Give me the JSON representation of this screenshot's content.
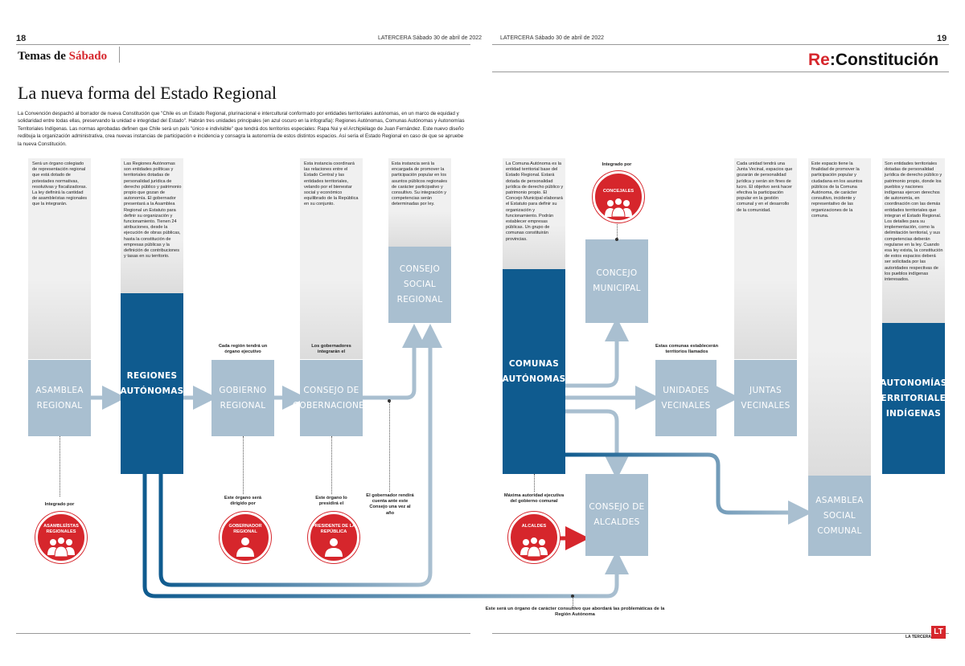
{
  "header": {
    "left_page_number": "18",
    "right_page_number": "19",
    "left_runner": "LATERCERA Sábado 30 de abril de 2022",
    "right_runner": "LATERCERA Sábado 30 de abril de 2022",
    "section_prefix": "Temas de",
    "section_highlight": "Sábado",
    "brand_prefix": "Re",
    "brand_suffix": ":Constitución"
  },
  "title": "La nueva forma del Estado Regional",
  "intro": "La Convención despachó al borrador de nueva Constitución que \"Chile es un Estado Regional, plurinacional e intercultural conformado por entidades territoriales autónomas, en un marco de equidad y solidaridad entre todas ellas, preservando la unidad e integridad del Estado\". Habrán tres unidades principales (en azul oscuro en la infografía): Regiones Autónomas, Comunas Autónomas y Autonomías Territoriales Indígenas. Las normas aprobadas definen que Chile será un país \"único e indivisible\" que tendrá dos territorios especiales: Rapa Nui y el Archipiélago de Juan Fernández. Este nuevo diseño redibuja la organización administrativa, crea nuevas instancias de participación e incidencia y consagra la autonomía de estos distintos espacios. Así sería el Estado Regional en caso de que se apruebe la nueva Constitución.",
  "columns": {
    "asamblea_regional": "Será un órgano colegiado de representación regional que está dotado de potestades normativas, resolutivas y fiscalizadoras. La ley definirá la cantidad de asambleístas regionales que la integrarán.",
    "regiones_autonomas": "Las Regiones Autónomas son entidades políticas y territoriales dotadas de personalidad jurídica de derecho público y patrimonio propio que gozan de autonomía. El gobernador presentará a la Asamblea Regional un Estatuto para definir su organización y funcionamiento. Tienen 24 atribuciones, desde la ejecución de obras públicas, hasta la constitución de empresas públicas y la definición de contribuciones y tasas en su territorio.",
    "consejo_gobernaciones": "Esta instancia coordinará las relaciones entre el Estado Central y las entidades territoriales, velando por el bienestar social y económico equilibrado de la República en su conjunto.",
    "consejo_social_regional": "Esta instancia será la encargada de promover la participación popular en los asuntos públicos regionales de carácter participativo y consultivo. Su integración y competencias serán determinadas por ley.",
    "comunas_autonomas": "La Comuna Autónoma es la entidad territorial base del Estado Regional. Estará dotada de personalidad jurídica de derecho público y patrimonio propio. El Concejo Municipal elaborará el Estatuto para definir su organización y funcionamiento. Podrán establecer empresas públicas. Un grupo de comunas constituirán provincias.",
    "juntas_vecinales": "Cada unidad tendrá una Junta Vecinal, espacios que gozarán de personalidad jurídica y serán sin fines de lucro. El objetivo será hacer efectiva la participación popular en la gestión comunal y en el desarrollo de la comunidad.",
    "asamblea_social_comunal": "Este espacio tiene la finalidad de promover la participación popular y ciudadana en los asuntos públicos de la Comuna Autónoma, de carácter consultivo, incidente y representativo de las organizaciones de la comuna.",
    "autonomias_indigenas": "Son entidades territoriales dotadas de personalidad jurídica de derecho público y patrimonio propio, donde los pueblos y naciones indígenas ejercen derechos de autonomía, en coordinación con las demás entidades territoriales que integran el Estado Regional. Los detalles para su implementación, como la delimitación territorial, y sus competencias deberán regularse en la ley. Cuando esa ley exista, la constitución de estos espacios deberá ser solicitada por las autoridades respectivas de los pueblos indígenas interesados."
  },
  "boxes": {
    "asamblea_regional": "Asamblea Regional",
    "regiones_autonomas": "Regiones Autónomas",
    "gobierno_regional": "Gobierno Regional",
    "consejo_gobernaciones": "Consejo de Gobernaciones",
    "consejo_social_regional": "Consejo Social Regional",
    "concejo_municipal": "Concejo Municipal",
    "comunas_autonomas": "Comunas Autónomas",
    "unidades_vecinales": "Unidades Vecinales",
    "juntas_vecinales": "Juntas Vecinales",
    "autonomias_indigenas": "Autonomías Territoriales Indígenas",
    "consejo_alcaldes": "Consejo de Alcaldes",
    "asamblea_social_comunal": "Asamblea Social Comunal"
  },
  "labels": {
    "gobierno_ejecutivo": "Cada región tendrá un órgano ejecutivo",
    "gobernadores_integran": "Los gobernadores integrarán el",
    "comunas_territorios": "Estas comunas establecerán territorios llamados",
    "integrado_por_asamblea": "Integrado por",
    "asambleistas": "ASAMBLEÍSTAS REGIONALES",
    "dirigido_por": "Este órgano será dirigido por",
    "gobernador": "GOBERNADOR REGIONAL",
    "presidido_por": "Este órgano lo presidirá el",
    "presidente": "PRESIDENTE DE LA REPÚBLICA",
    "rendira_cuenta": "El gobernador rendirá cuenta ante este Consejo una vez al año",
    "integrado_por_concejo": "Integrado por",
    "concejales": "CONCEJALES",
    "maxima_autoridad": "Máxima autoridad ejecutiva del gobierno comunal",
    "alcaldes": "ALCALDES",
    "consultivo_footer": "Este será un órgano de carácter consultivo que abordará las problemáticas de la Región Autónoma"
  },
  "footer_brand": "LA TERCERA",
  "footer_logo": "LT",
  "colors": {
    "dark_blue": "#0f5b8f",
    "light_blue": "#a9bfd0",
    "red": "#d6262c",
    "column_gray": "#f0f0f0"
  }
}
